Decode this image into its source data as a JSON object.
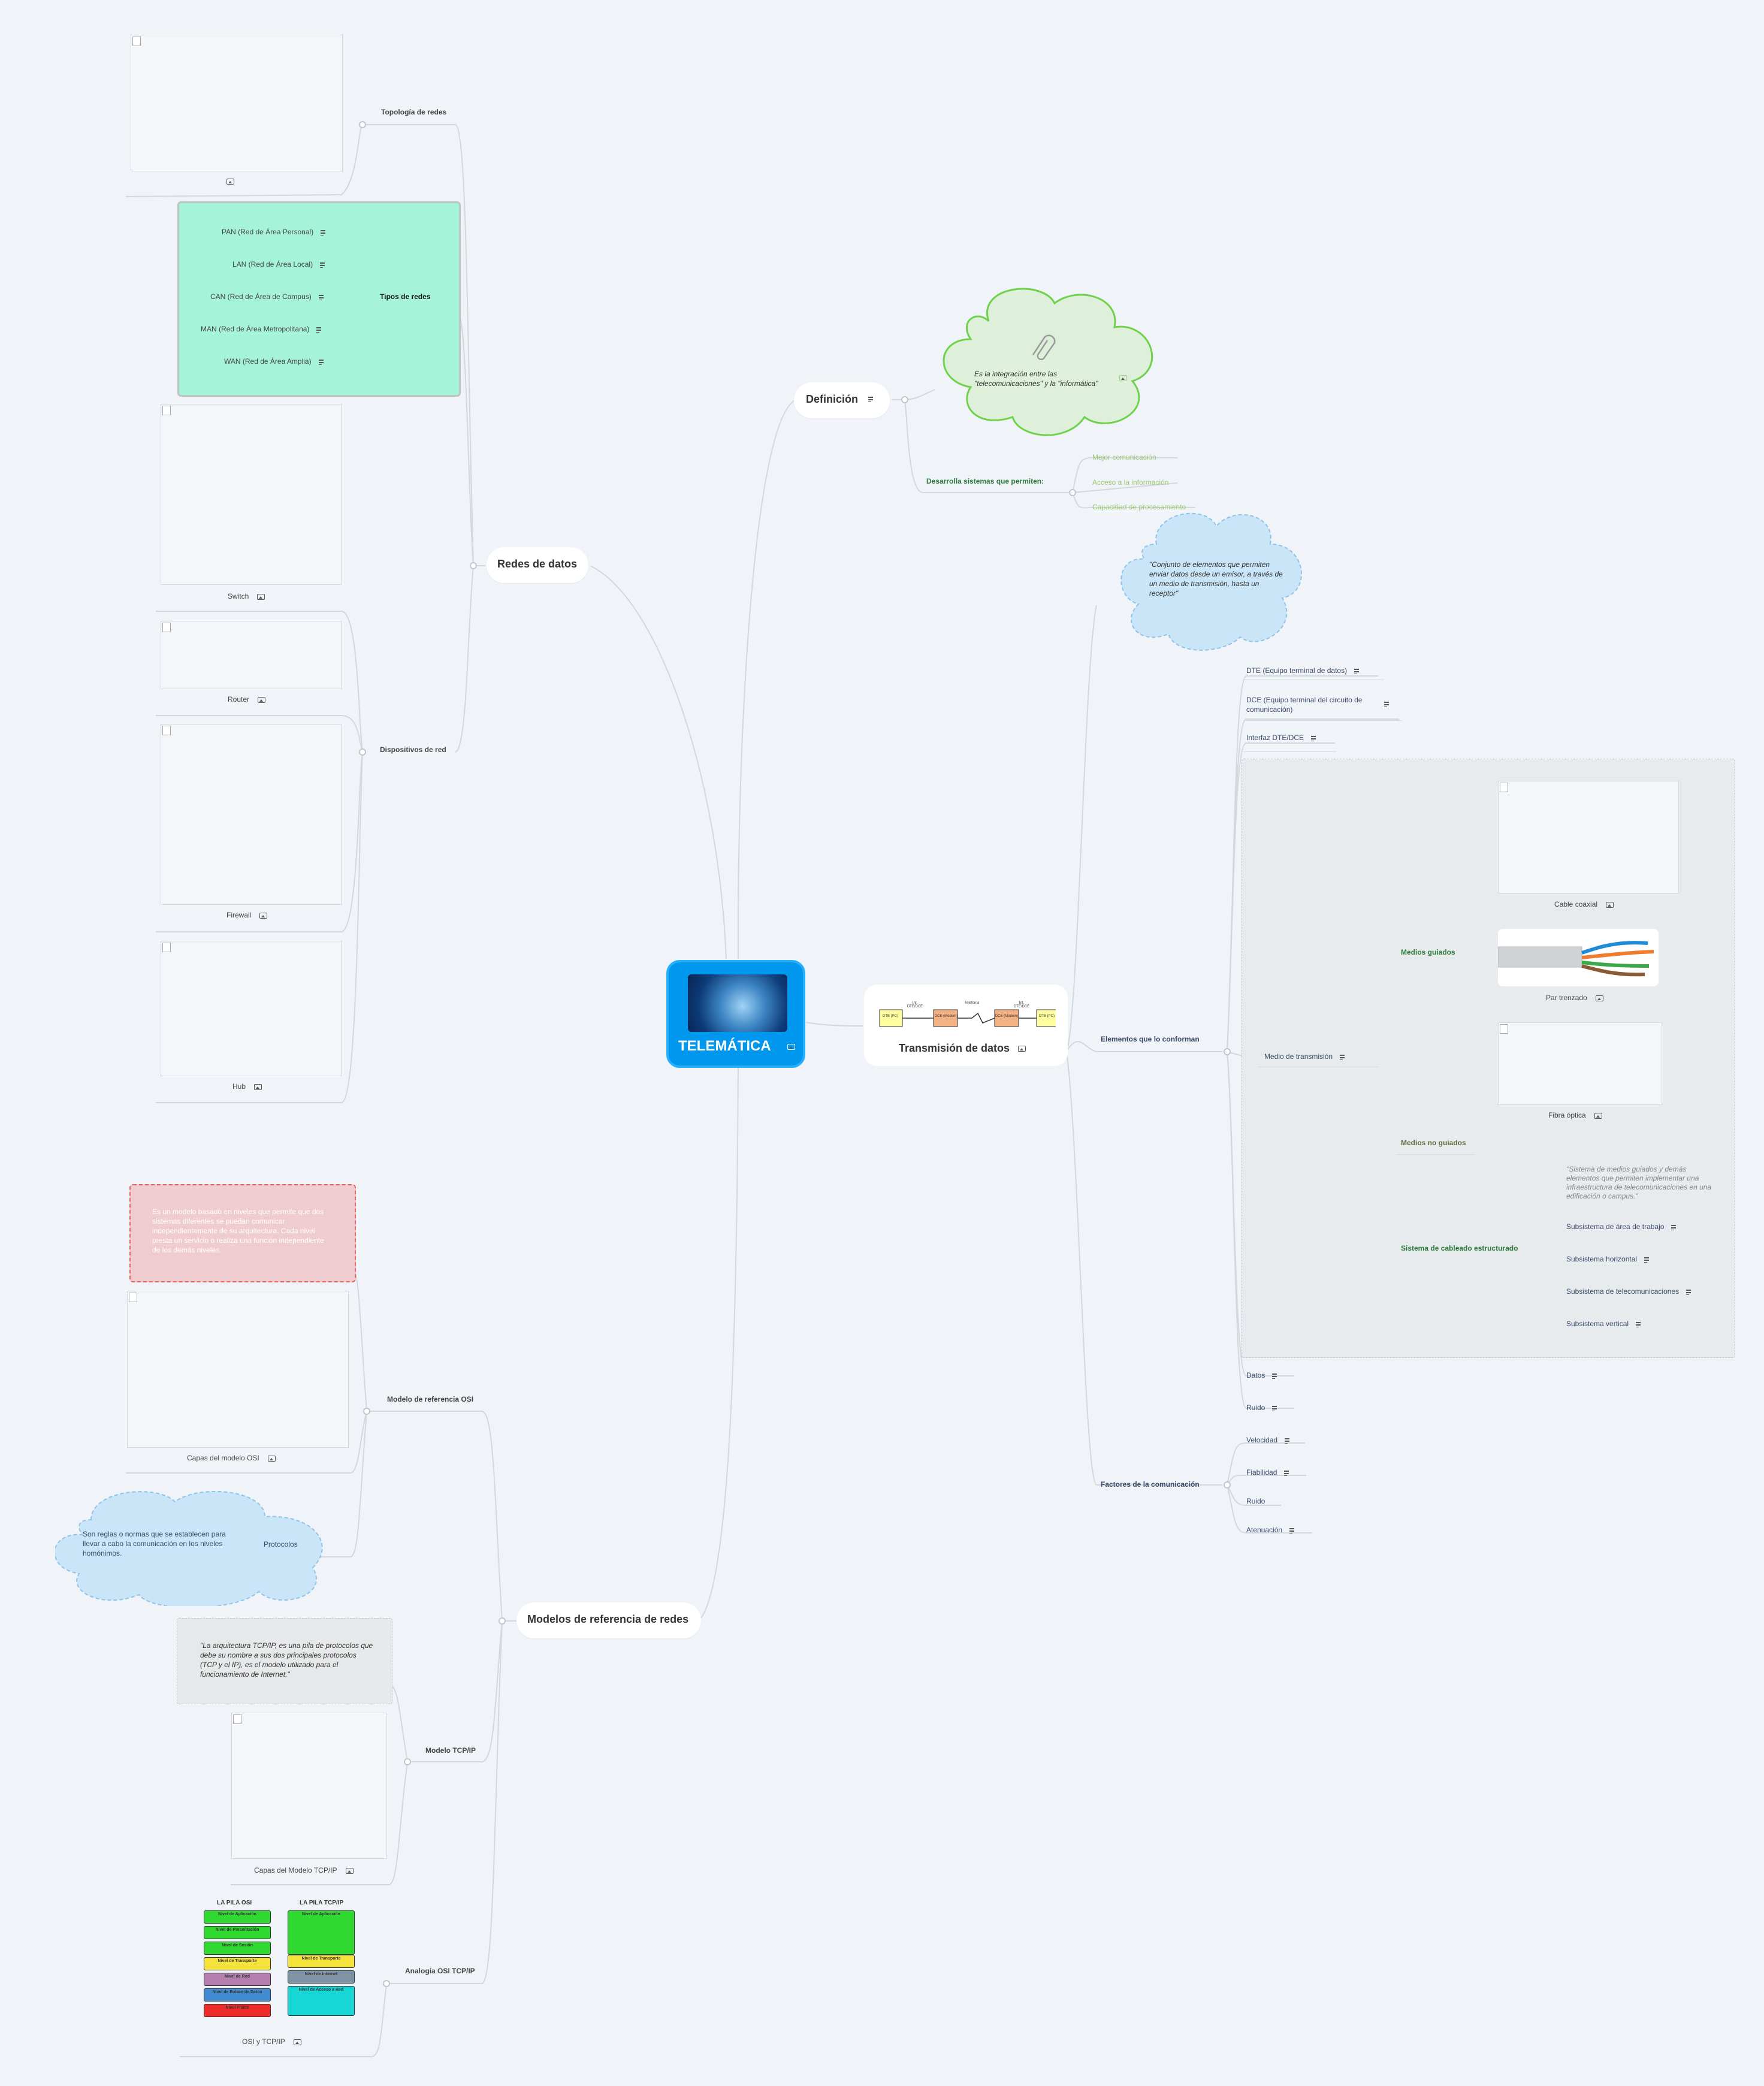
{
  "root": {
    "label": "TELEMÁTICA"
  },
  "definicion": {
    "label": "Definición",
    "cloud_text": "Es la integración entre las \"telecomunicaciones\" y la \"informática\"",
    "desarrolla": {
      "label": "Desarrolla sistemas que permiten:",
      "items": [
        "Mejor comunicación",
        "Acceso a la información",
        "Capacidad de procesamiento"
      ]
    }
  },
  "redes": {
    "label": "Redes de datos",
    "topologia": {
      "label": "Topología de redes"
    },
    "tipos": {
      "label": "Tipos de redes",
      "items": [
        "PAN (Red de Área Personal)",
        "LAN (Red de Área Local)",
        "CAN (Red de Área de Campus)",
        "MAN (Red de Área Metropolitana)",
        "WAN (Red de Área Amplia)"
      ]
    },
    "dispositivos": {
      "label": "Dispositivos de red",
      "items": [
        "Switch",
        "Router",
        "Firewall",
        "Hub"
      ]
    }
  },
  "transmision": {
    "label": "Transmisión de datos",
    "cloud_text": "\"Conjunto de elementos que permiten enviar datos desde un emisor, a través de un medio de transmisión, hasta un receptor\"",
    "diagram_labels": {
      "dte1": "DTE (PC)",
      "dce1": "DCE (Módem)",
      "line": "Telefonía",
      "dce2": "DCE (Módem)",
      "dte2": "DTE (PC)",
      "int1": "Int. DTE/DCE",
      "int2": "Int. DTE/DCE"
    },
    "elementos": {
      "label": "Elementos que lo conforman",
      "items": [
        "DTE (Equipo terminal de datos)",
        "DCE (Equipo terminal del circuito de comunicación)",
        "Interfaz DTE/DCE",
        "Datos",
        "Ruido"
      ],
      "medio": {
        "label": "Medio de transmisión",
        "guiados": {
          "label": "Medios guiados",
          "items": [
            "Cable coaxial",
            "Par trenzado",
            "Fibra óptica"
          ]
        },
        "no_guiados": {
          "label": "Medios no guiados"
        },
        "cableado": {
          "label": "Sistema de cableado estructurado",
          "quote": "\"Sistema de medios guiados y demás elementos que permiten implementar una infraestructura de telecomunicaciones en una edificación o campus.\"",
          "items": [
            "Subsistema de área de trabajo",
            "Subsistema horizontal",
            "Subsistema de telecomunicaciones",
            "Subsistema vertical"
          ]
        }
      }
    },
    "factores": {
      "label": "Factores de la comunicación",
      "items": [
        "Velocidad",
        "Fiabilidad",
        "Ruido",
        "Atenuación"
      ]
    }
  },
  "modelos": {
    "label": "Modelos de referencia de redes",
    "osi": {
      "label": "Modelo de referencia OSI",
      "desc": "Es un modelo basado en niveles que permite que dos sistemas diferentes se puedan comunicar independientemente de su arquitectura. Cada nivel presta un servicio o realiza una función independiente de los demás niveles.",
      "caption": "Capas del modelo OSI"
    },
    "protocolos": {
      "label": "Protocolos",
      "desc": "Son reglas o normas que se establecen para llevar a cabo la comunicación en los niveles homónimos."
    },
    "tcpip": {
      "label": "Modelo TCP/IP",
      "quote": "\"La arquitectura TCP/IP, es una pila de protocolos que debe su nombre a sus dos principales protocolos (TCP y el IP), es el modelo utilizado para el funcionamiento de Internet.\"",
      "caption": "Capas del Modelo TCP/IP"
    },
    "analogia": {
      "label": "Analogía OSI TCP/IP",
      "caption": "OSI y TCP/IP",
      "osi_title": "LA PILA OSI",
      "tcp_title": "LA PILA TCP/IP",
      "osi_layers": [
        "Nivel de Aplicación",
        "Nivel de Presentación",
        "Nivel de Sesión",
        "Nivel de Transporte",
        "Nivel de Red",
        "Nivel de Enlace de Datos",
        "Nivel Físico"
      ],
      "tcp_layers": [
        "Nivel de Aplicación",
        "Nivel de Transporte",
        "Nivel de Internet",
        "Nivel de Acceso a Red"
      ],
      "osi_colors": [
        "#2fd92f",
        "#2fd92f",
        "#2fd92f",
        "#f5e33b",
        "#b57fb0",
        "#3f8ad0",
        "#ef2a2a"
      ],
      "tcp_colors": [
        "#2fd92f",
        "#f5e33b",
        "#7f93a6",
        "#19d6d6"
      ]
    }
  },
  "colors": {
    "root": "#0097ee",
    "green_text": "#2d7d3a",
    "label_blue": "#3b4a6b"
  }
}
